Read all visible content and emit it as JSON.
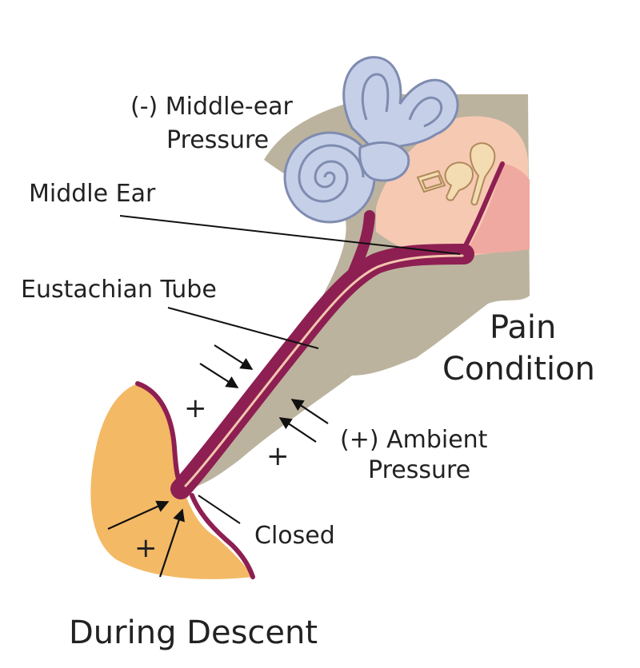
{
  "labels": {
    "middle_ear_pressure_line1": "(-) Middle-ear",
    "middle_ear_pressure_line2": "Pressure",
    "middle_ear": "Middle Ear",
    "eustachian_tube": "Eustachian Tube",
    "pain_line1": "Pain",
    "pain_line2": "Condition",
    "ambient_line1": "(+)  Ambient",
    "ambient_line2": "Pressure",
    "closed": "Closed",
    "during_descent": "During Descent"
  },
  "signs": {
    "plus": "+"
  },
  "colors": {
    "bone": "#bcb39e",
    "tube": "#8e1f52",
    "tube_light": "#f2c6ae",
    "inner_ear": "#c5cfe8",
    "inner_ear_stroke": "#7f8cb0",
    "middle_ear_cavity": "#f6c9b3",
    "eardrum": "#f0a9a0",
    "throat": "#f3b965",
    "ossicles": "#f4dcb2",
    "text": "#222222"
  }
}
